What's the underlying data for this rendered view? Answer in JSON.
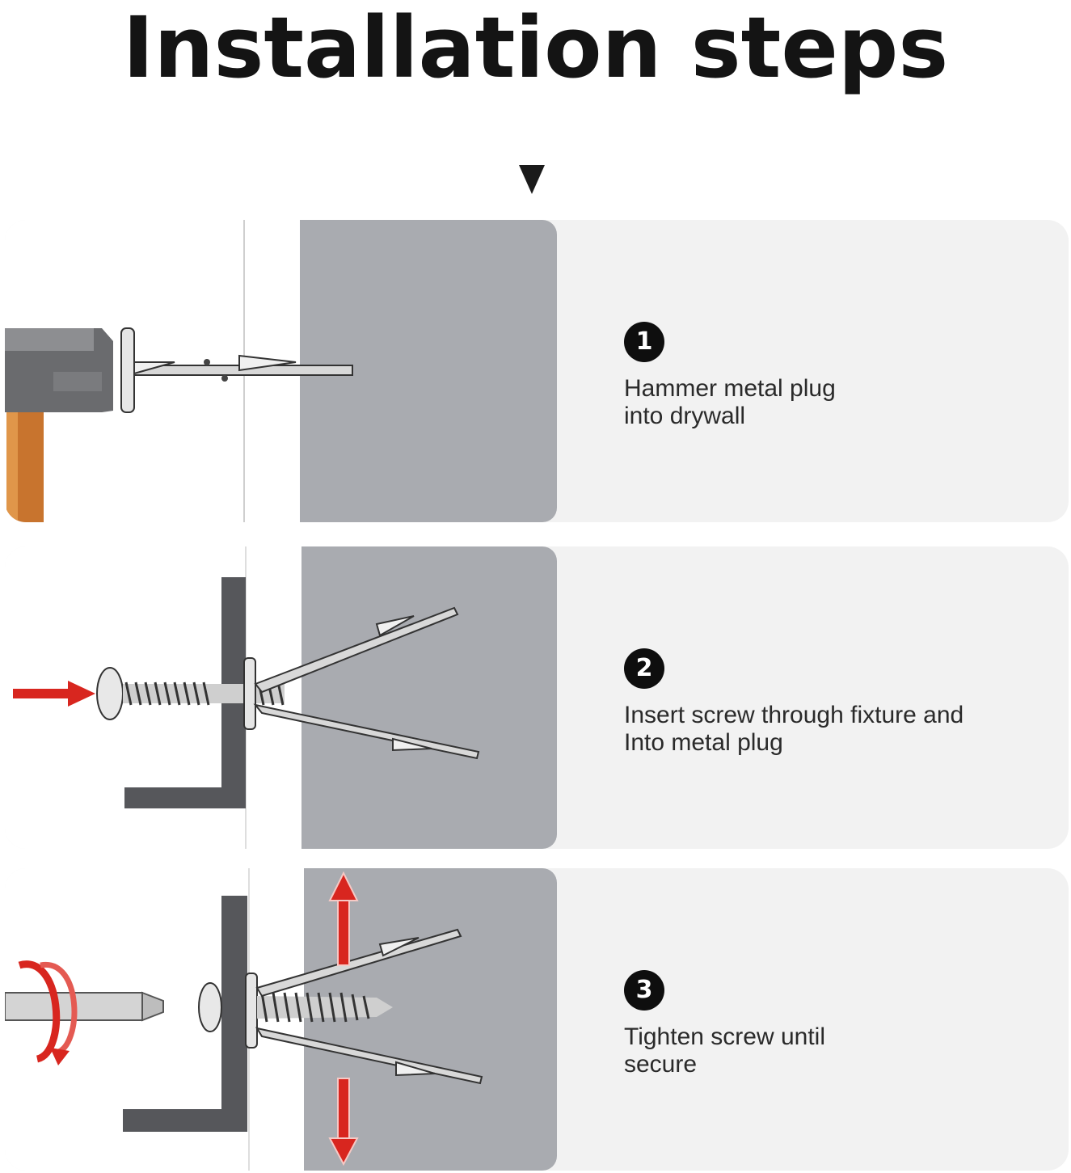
{
  "title": "Installation steps",
  "colors": {
    "wall": "#a9abb0",
    "panel": "#f2f2f2",
    "badge": "#0e0e0e",
    "arrow_red": "#d8261f",
    "bracket": "#56575b"
  },
  "icons": {
    "pointer": "down-triangle-icon"
  },
  "steps": [
    {
      "number": "1",
      "line1": "Hammer metal plug",
      "line2": "into drywall",
      "illustration": "hammer-plug-icon"
    },
    {
      "number": "2",
      "line1": "Insert screw through fixture and",
      "line2": "Into metal plug",
      "illustration": "screw-insert-icon"
    },
    {
      "number": "3",
      "line1": "Tighten screw until",
      "line2": "secure",
      "illustration": "screwdriver-tighten-icon"
    }
  ]
}
